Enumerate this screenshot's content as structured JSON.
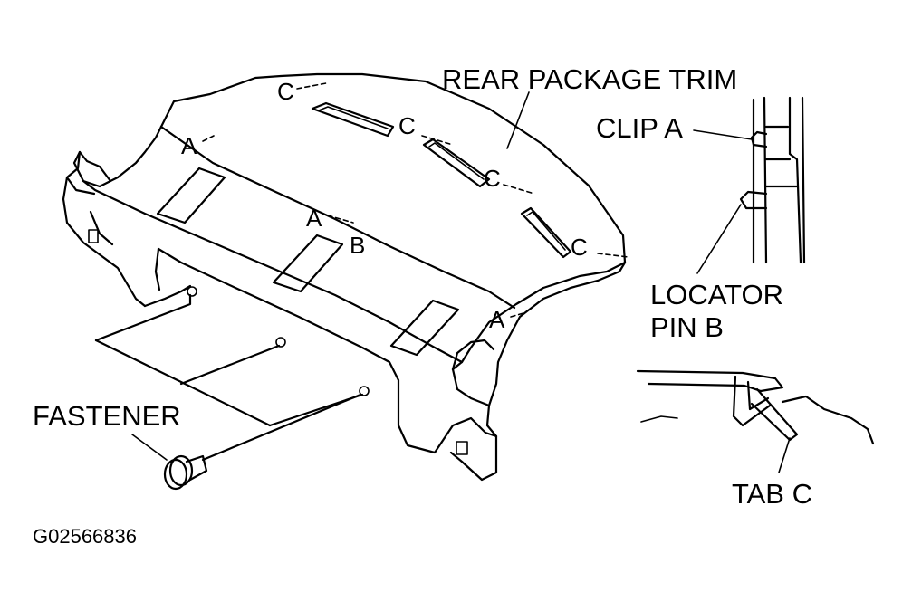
{
  "labels": {
    "rear_package_trim": "REAR PACKAGE TRIM",
    "clip_a": "CLIP A",
    "locator_line1": "LOCATOR",
    "locator_line2": "PIN B",
    "tab_c": "TAB C",
    "fastener": "FASTENER",
    "figure_code": "G02566836"
  },
  "markers": {
    "c": "C",
    "a": "A",
    "b": "B"
  },
  "colors": {
    "line": "#000000",
    "background": "#ffffff"
  }
}
